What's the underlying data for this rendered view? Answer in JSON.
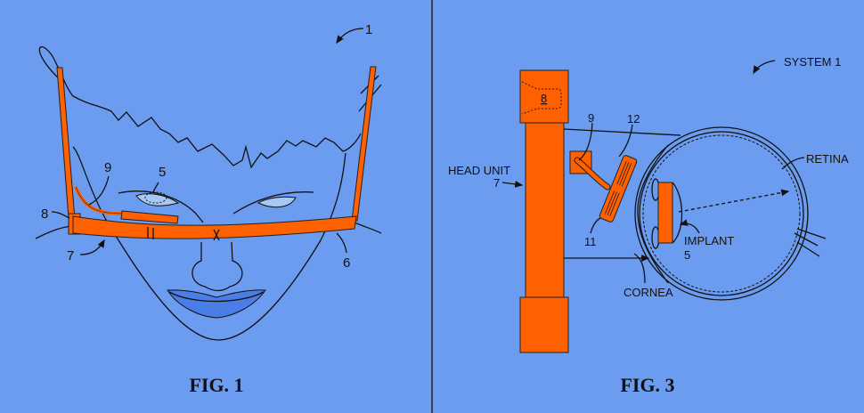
{
  "figure1": {
    "caption": "FIG. 1",
    "labels": {
      "system": "1",
      "implant": "5",
      "camera_arm": "9",
      "camera": "8",
      "head_unit": "7",
      "frame": "6"
    }
  },
  "figure3": {
    "caption": "FIG. 3",
    "labels": {
      "system": "SYSTEM 1",
      "head_unit": "HEAD UNIT",
      "head_unit_num": "7",
      "processor": "8",
      "arm": "9",
      "coil_top": "12",
      "coil_bottom": "11",
      "retina": "RETINA",
      "implant": "IMPLANT",
      "implant_num": "5",
      "cornea": "CORNEA"
    }
  },
  "colors": {
    "background": "#6b9cf0",
    "device": "#ff6000",
    "line": "#111111"
  }
}
